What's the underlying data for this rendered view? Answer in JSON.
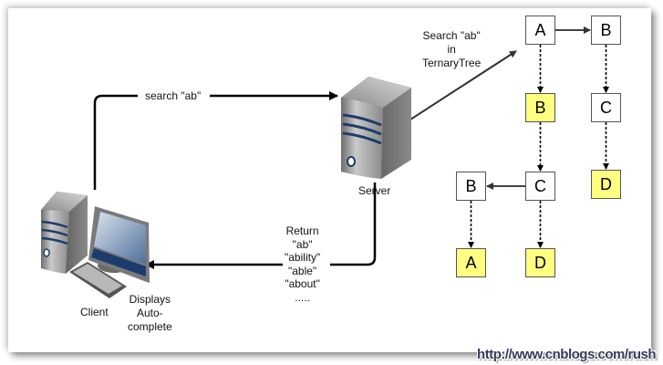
{
  "flow": {
    "request_label": "search \"ab\"",
    "server_label": "Server",
    "client_label": "Client",
    "client_note": "Displays\nAuto-\ncomplete",
    "server_to_tree_label": "Search \"ab\"\nin\nTernaryTree",
    "response_label": "Return\n\"ab\"\n\"ability\"\n\"able\"\n\"about\"\n....."
  },
  "tree": {
    "nodes": [
      {
        "id": "n1",
        "letter": "A",
        "highlighted": false
      },
      {
        "id": "n2",
        "letter": "B",
        "highlighted": false
      },
      {
        "id": "n3",
        "letter": "B",
        "highlighted": true
      },
      {
        "id": "n4",
        "letter": "C",
        "highlighted": false
      },
      {
        "id": "n5",
        "letter": "C",
        "highlighted": false
      },
      {
        "id": "n6",
        "letter": "D",
        "highlighted": true
      },
      {
        "id": "n7",
        "letter": "B",
        "highlighted": false
      },
      {
        "id": "n8",
        "letter": "A",
        "highlighted": true
      },
      {
        "id": "n9",
        "letter": "D",
        "highlighted": true
      }
    ],
    "edges": [
      {
        "from": "n1",
        "to": "n2",
        "kind": "sibling"
      },
      {
        "from": "n1",
        "to": "n3",
        "kind": "child"
      },
      {
        "from": "n2",
        "to": "n4",
        "kind": "child"
      },
      {
        "from": "n3",
        "to": "n5",
        "kind": "child"
      },
      {
        "from": "n4",
        "to": "n6",
        "kind": "child"
      },
      {
        "from": "n5",
        "to": "n7",
        "kind": "sibling"
      },
      {
        "from": "n7",
        "to": "n8",
        "kind": "child"
      },
      {
        "from": "n5",
        "to": "n9",
        "kind": "child"
      }
    ],
    "highlight_color": "#ffff80"
  },
  "watermark": "http://www.cnblogs.com/rush"
}
